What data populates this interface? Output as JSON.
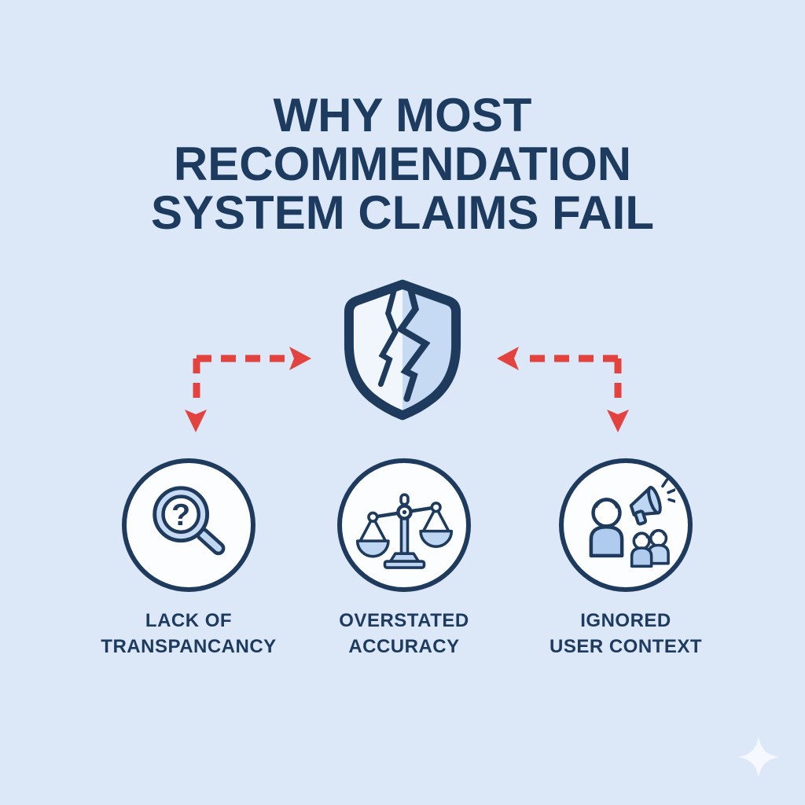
{
  "page": {
    "background_color": "#DCE8F8"
  },
  "title": {
    "lines": [
      "WHY MOST",
      "RECOMMENDATION",
      "SYSTEM CLAIMS FAIL"
    ],
    "color": "#1D3A5F"
  },
  "hero": {
    "icon": "cracked-shield-icon"
  },
  "connectors": {
    "style": "dashed-arrows",
    "color": "#E2433E",
    "left_arrow_direction": "right-then-down",
    "right_arrow_direction": "left-then-down"
  },
  "causes": [
    {
      "icon": "magnifying-glass-question-icon",
      "label_lines": [
        "LACK OF",
        "TRANSPANCANCY"
      ]
    },
    {
      "icon": "balance-scale-icon",
      "label_lines": [
        "OVERSTATED",
        "ACCURACY"
      ]
    },
    {
      "icon": "audience-megaphone-icon",
      "label_lines": [
        "IGNORED",
        "USER CONTEXT"
      ]
    }
  ],
  "decor": {
    "sparkle_icon_color": "#F7FBFF"
  },
  "colors": {
    "navy": "#1E3A5C",
    "light_blue": "#BED6F2",
    "shield_left_fill": "#F1F6FD",
    "shield_right_fill": "#C6DAF4",
    "circle_fill": "#FCFDFF",
    "arrow_red": "#E2433E"
  }
}
